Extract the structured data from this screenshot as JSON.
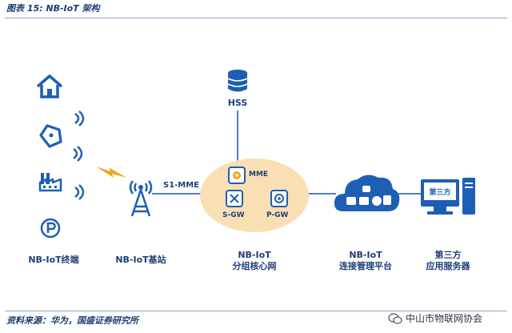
{
  "figure_title": "图表 15: NB-IoT 架构",
  "source_note": "资料来源：华为，国盛证券研究所",
  "watermark": "中山市物联网协会",
  "nodes": {
    "terminal": {
      "caption": "NB-IoT终端"
    },
    "base_station": {
      "caption": "NB-IoT基站"
    },
    "core_network": {
      "caption_line1": "NB-IoT",
      "caption_line2": "分组核心网"
    },
    "platform": {
      "caption_line1": "NB-IoT",
      "caption_line2": "连接管理平台"
    },
    "app_server": {
      "caption_line1": "第三方",
      "caption_line2": "应用服务器",
      "screen_label": "第三方"
    },
    "hss": {
      "label": "HSS"
    },
    "mme": {
      "label": "MME"
    },
    "sgw": {
      "label": "S-GW"
    },
    "pgw": {
      "label": "P-GW"
    }
  },
  "links": {
    "s1_mme": "S1-MME"
  },
  "colors": {
    "primary": "#1d5fb5",
    "core_bg": "#f9dfb3",
    "line": "#4f7fc1",
    "text": "#1f3f77"
  },
  "icons": [
    "house-icon",
    "pet-icon",
    "factory-icon",
    "parking-icon",
    "wifi-icon",
    "lightning-icon",
    "antenna-tower-icon",
    "database-icon",
    "cloud-icon",
    "computer-icon"
  ]
}
